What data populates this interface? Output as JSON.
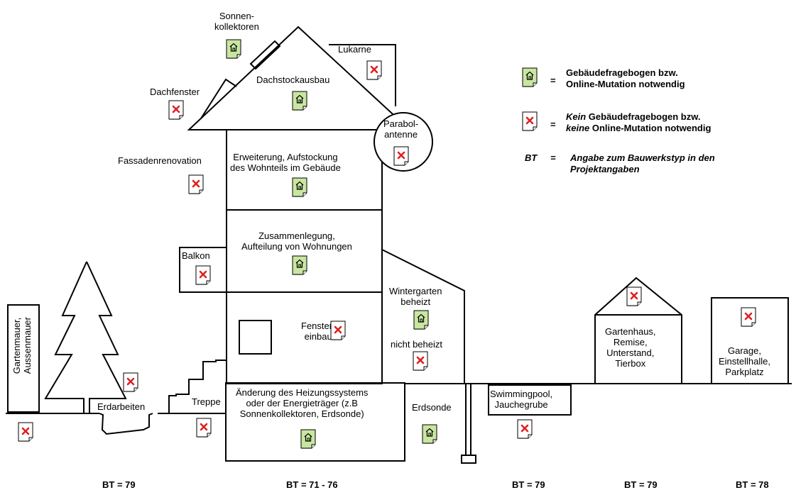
{
  "labels": {
    "sonnenkollektoren": [
      "Sonnen-",
      "kollektoren"
    ],
    "lukarne": "Lukarne",
    "dachstockausbau": "Dachstockausbau",
    "dachfenster": "Dachfenster",
    "parabolantenne": [
      "Parabol-",
      "antenne"
    ],
    "fassadenrenovation": "Fassadenrenovation",
    "erweiterung": [
      "Erweiterung, Aufstockung",
      "des Wohnteils im Gebäude"
    ],
    "zusammenlegung": [
      "Zusammenlegung,",
      "Aufteilung von Wohnungen"
    ],
    "balkon": "Balkon",
    "wintergarten": [
      "Wintergarten",
      "beheizt"
    ],
    "nicht_beheizt": "nicht beheizt",
    "fenstereinbau": [
      "Fenster-",
      "einbau"
    ],
    "gartenmauer": [
      "Gartenmauer,",
      "Aussenmauer"
    ],
    "erdarbeiten": "Erdarbeiten",
    "treppe": "Treppe",
    "heizung": [
      "Änderung des Heizungssystems",
      "oder der Energieträger (z.B",
      "Sonnenkollektoren, Erdsonde)"
    ],
    "erdsonde": "Erdsonde",
    "swimmingpool": [
      "Swimmingpool,",
      "Jauchegrube"
    ],
    "gartenhaus": [
      "Gartenhaus,",
      "Remise,",
      "Unterstand,",
      "Tierbox"
    ],
    "garage": [
      "Garage,",
      "Einstellhalle,",
      "Parkplatz"
    ]
  },
  "legend": {
    "eq": "=",
    "required_line1": "Gebäudefragebogen bzw.",
    "required_line2": "Online-Mutation notwendig",
    "not_required_kein": "Kein",
    "not_required_line1_rest": " Gebäudefragebogen bzw.",
    "not_required_keine": "keine",
    "not_required_line2_rest": " Online-Mutation notwendig",
    "bt_key": "BT",
    "bt_line1": "Angabe zum Bauwerkstyp in den",
    "bt_line2": "Projektangaben"
  },
  "bt_labels": [
    "BT = 79",
    "BT = 71 - 76",
    "BT = 79",
    "BT = 79",
    "BT = 78"
  ],
  "colors": {
    "required_fill": "#c8e6a0",
    "not_required_fill": "#ffffff",
    "cross": "#e02020",
    "line": "#000000"
  },
  "icons": {
    "required": "green-house-document-icon",
    "not_required": "red-cross-document-icon"
  }
}
